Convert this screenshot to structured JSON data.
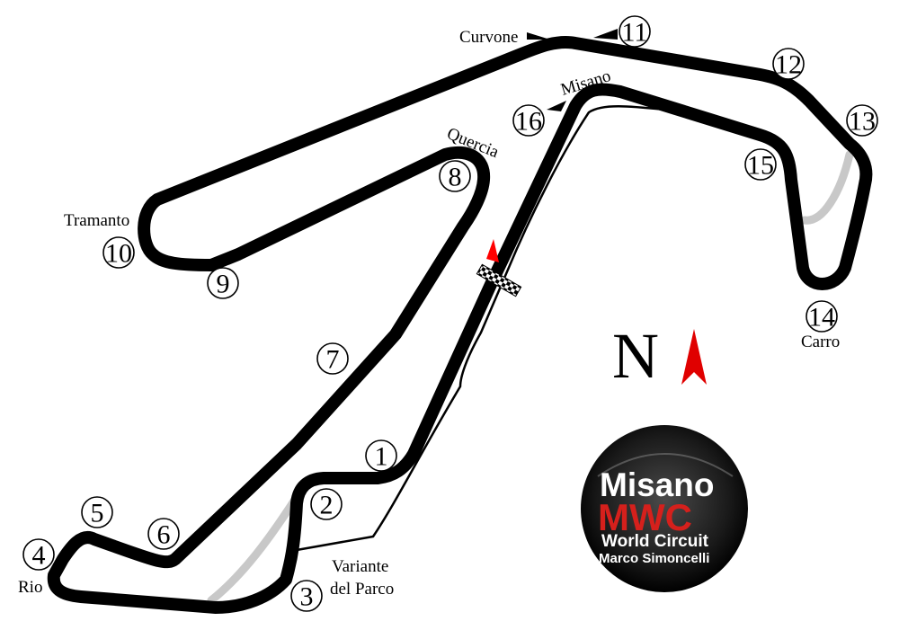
{
  "turns": [
    {
      "id": 1,
      "label": "1"
    },
    {
      "id": 2,
      "label": "2"
    },
    {
      "id": 3,
      "label": "3"
    },
    {
      "id": 4,
      "label": "4"
    },
    {
      "id": 5,
      "label": "5"
    },
    {
      "id": 6,
      "label": "6"
    },
    {
      "id": 7,
      "label": "7"
    },
    {
      "id": 8,
      "label": "8"
    },
    {
      "id": 9,
      "label": "9"
    },
    {
      "id": 10,
      "label": "10"
    },
    {
      "id": 11,
      "label": "11"
    },
    {
      "id": 12,
      "label": "12"
    },
    {
      "id": 13,
      "label": "13"
    },
    {
      "id": 14,
      "label": "14"
    },
    {
      "id": 15,
      "label": "15"
    },
    {
      "id": 16,
      "label": "16"
    }
  ],
  "corner_names": {
    "curvone": "Curvone",
    "misano": "Misano",
    "quercia": "Quercia",
    "tramanto": "Tramanto",
    "rio": "Rio",
    "variante_line1": "Variante",
    "variante_line2": "del Parco",
    "carro": "Carro"
  },
  "compass": {
    "letter": "N"
  },
  "logo": {
    "title": "Misano",
    "mark": "MWC",
    "line1": "World Circuit",
    "line2": "Marco Simoncelli"
  },
  "colors": {
    "track": "#000000",
    "old_track": "#c8c8c8",
    "start_arrow": "#ff0000",
    "north_arrow": "#e00000",
    "logo_accent": "#d5201c"
  }
}
